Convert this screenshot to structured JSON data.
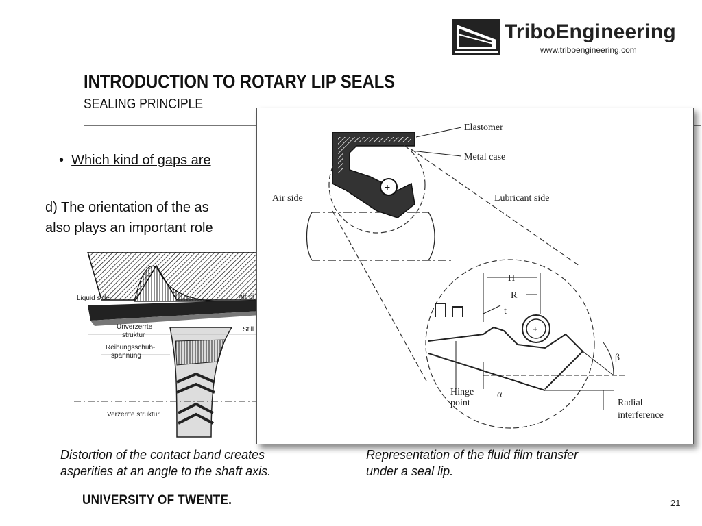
{
  "logo": {
    "name": "TriboEngineering",
    "url": "www.triboengineering.com"
  },
  "header": {
    "title": "INTRODUCTION TO ROTARY LIP SEALS",
    "subtitle": "SEALING PRINCIPLE"
  },
  "body": {
    "bullet": "Which kind of gaps are",
    "paragraph_line1": "d) The orientation of the as",
    "paragraph_line2": "also plays an important role"
  },
  "left_figure": {
    "labels": {
      "liquid_side": "Liquid side",
      "air_side": "Air si",
      "unverzerrte_1": "Unverzerrte",
      "unverzerrte_2": "struktur",
      "reibung_1": "Reibungsschub-",
      "reibung_2": "spannung",
      "still": "Still",
      "verzerrte": "Verzerrte struktur"
    }
  },
  "seal_figure": {
    "labels": {
      "elastomer": "Elastomer",
      "metal_case": "Metal case",
      "air_side": "Air side",
      "lubricant_side": "Lubricant side",
      "H": "H",
      "R": "R",
      "t": "t",
      "beta": "β",
      "alpha": "α",
      "hinge_1": "Hinge",
      "hinge_2": "point",
      "radial_1": "Radial",
      "radial_2": "interference"
    }
  },
  "captions": {
    "left_line1": "Distortion of the contact band creates",
    "left_line2": "asperities at an angle to the shaft axis.",
    "right_line1": "Representation of the fluid film transfer",
    "right_line2": "under a seal lip."
  },
  "footer": {
    "university": "UNIVERSITY OF TWENTE.",
    "page_number": "21"
  }
}
